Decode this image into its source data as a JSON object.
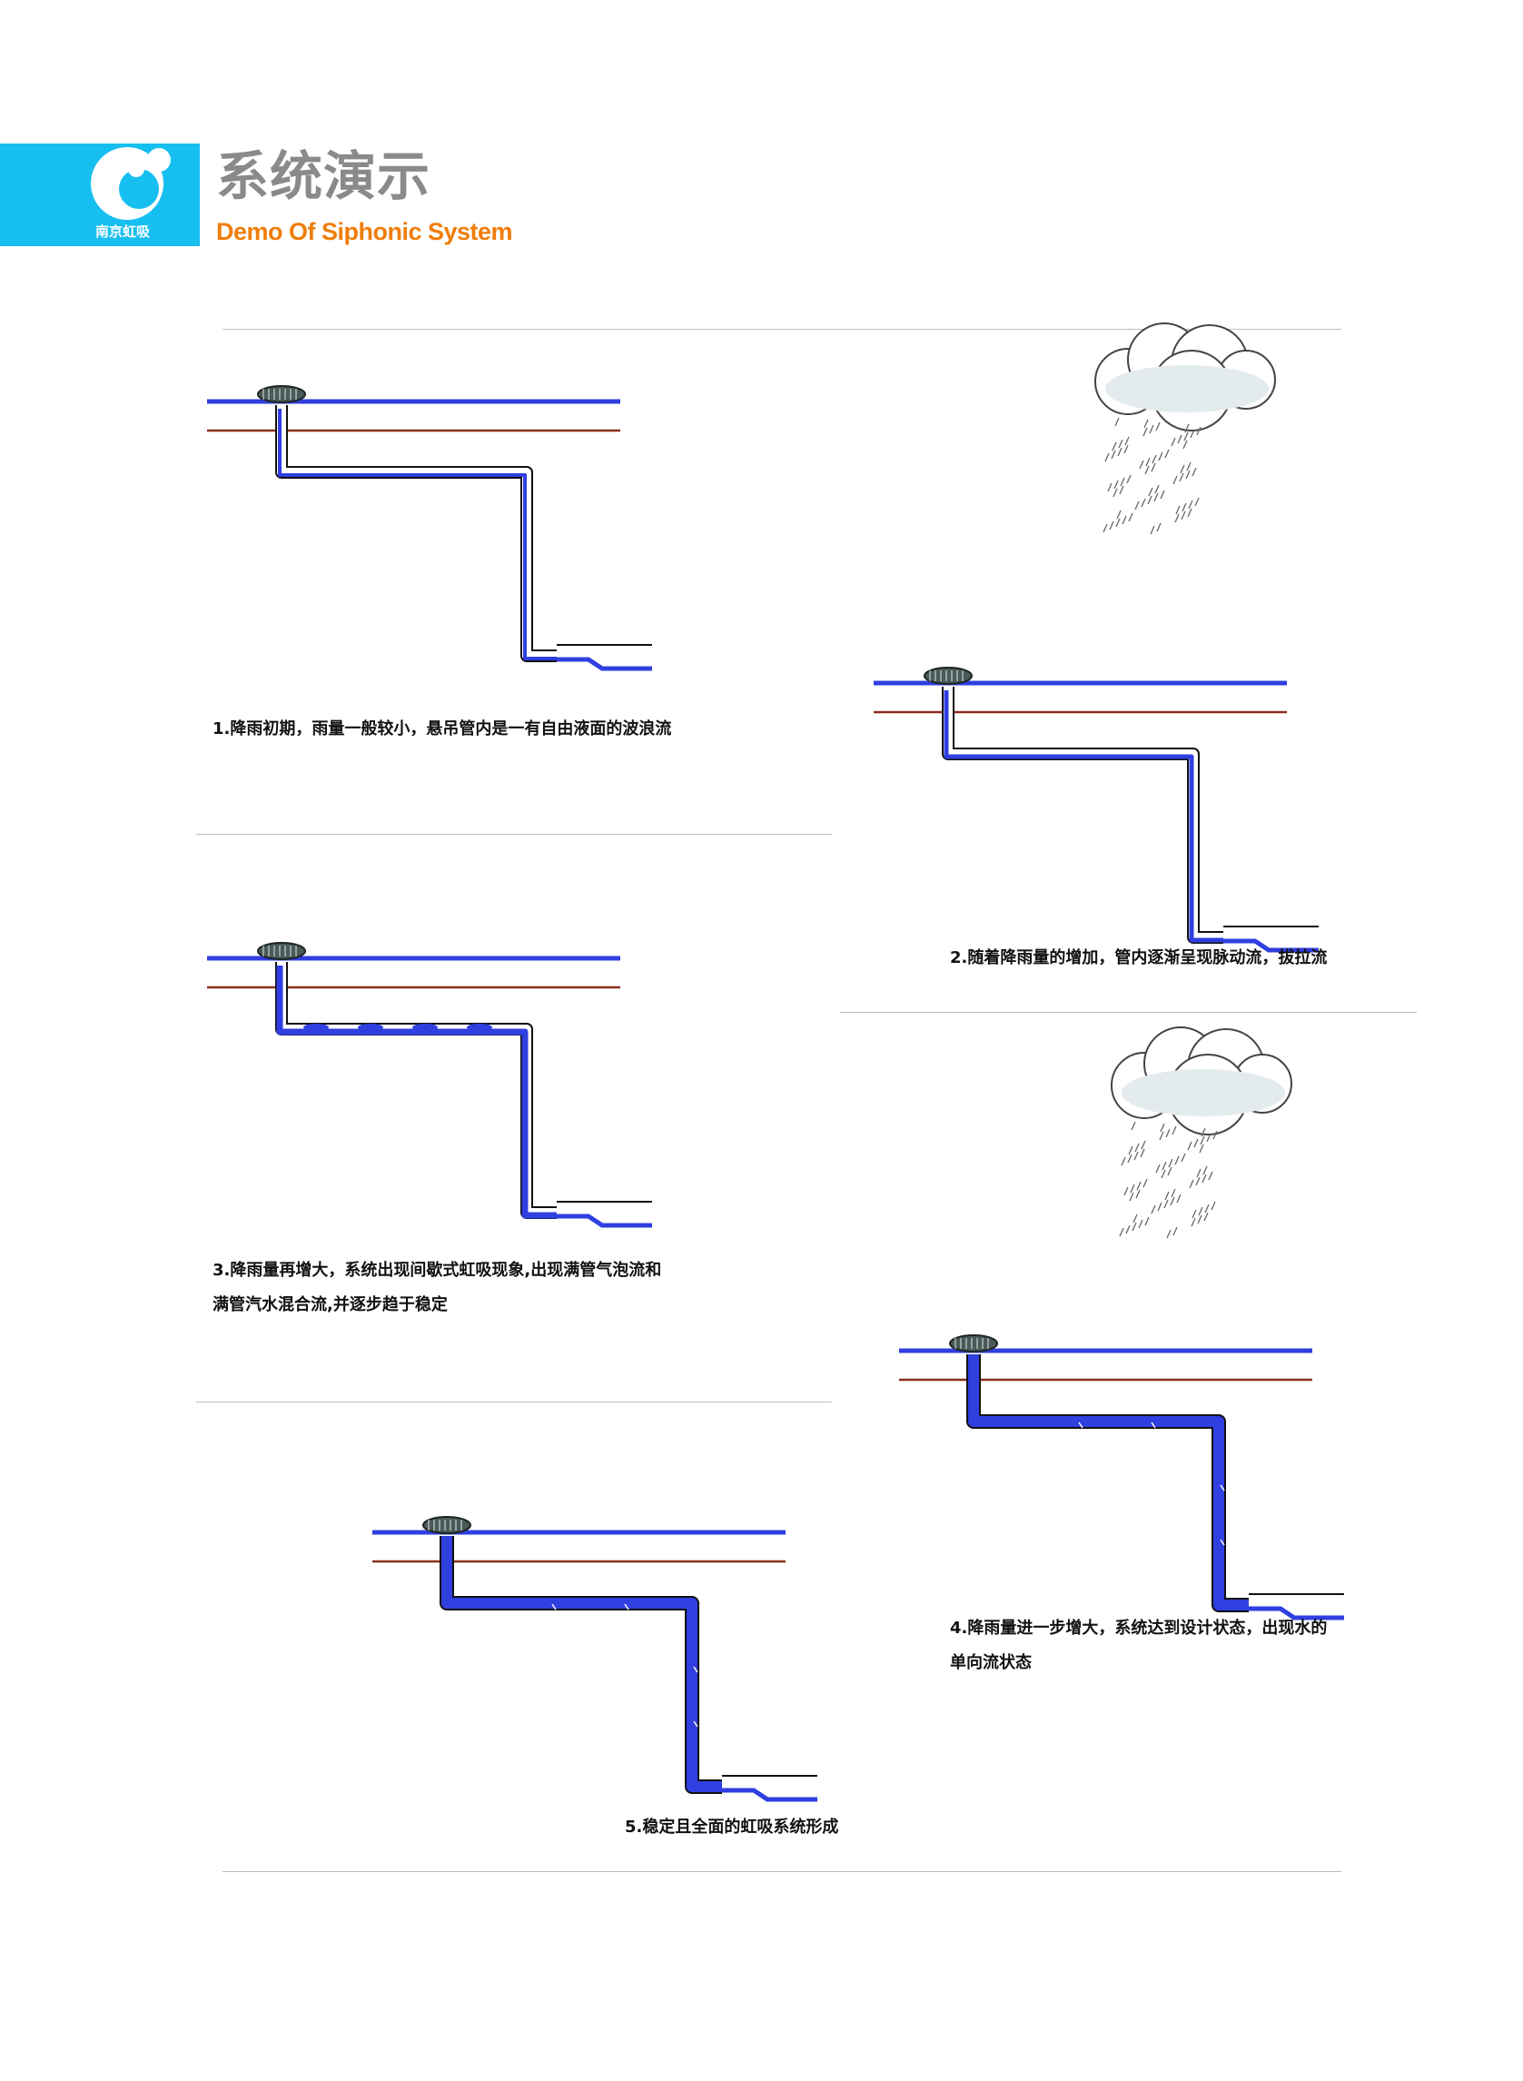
{
  "header": {
    "logo_caption": "南京虹吸",
    "title_cn": "系统演示",
    "title_en": "Demo Of Siphonic System"
  },
  "colors": {
    "brand_cyan": "#17bff0",
    "title_gray": "#8a8a8a",
    "title_orange": "#f07d0a",
    "water_blue": "#2f3fe0",
    "roof_brown": "#8b2e1a",
    "rule_gray": "#bdbdbd"
  },
  "stages": [
    {
      "caption_lines": [
        "1.降雨初期，雨量一般较小，悬吊管内是一有自由液面的波浪流"
      ],
      "rain": false,
      "flow": "wave"
    },
    {
      "caption_lines": [
        "2.随着降雨量的增加，管内逐渐呈现脉动流，拔拉流"
      ],
      "rain": true,
      "flow": "pulse"
    },
    {
      "caption_lines": [
        "3.降雨量再增大，系统出现间歇式虹吸现象,出现满管气泡流和",
        "满管汽水混合流,并逐步趋于稳定"
      ],
      "rain": false,
      "flow": "bubble"
    },
    {
      "caption_lines": [
        "4.降雨量进一步增大，系统达到设计状态，出现水的",
        "单向流状态"
      ],
      "rain": true,
      "flow": "single"
    },
    {
      "caption_lines": [
        "5.稳定且全面的虹吸系统形成"
      ],
      "rain": false,
      "flow": "full"
    }
  ]
}
